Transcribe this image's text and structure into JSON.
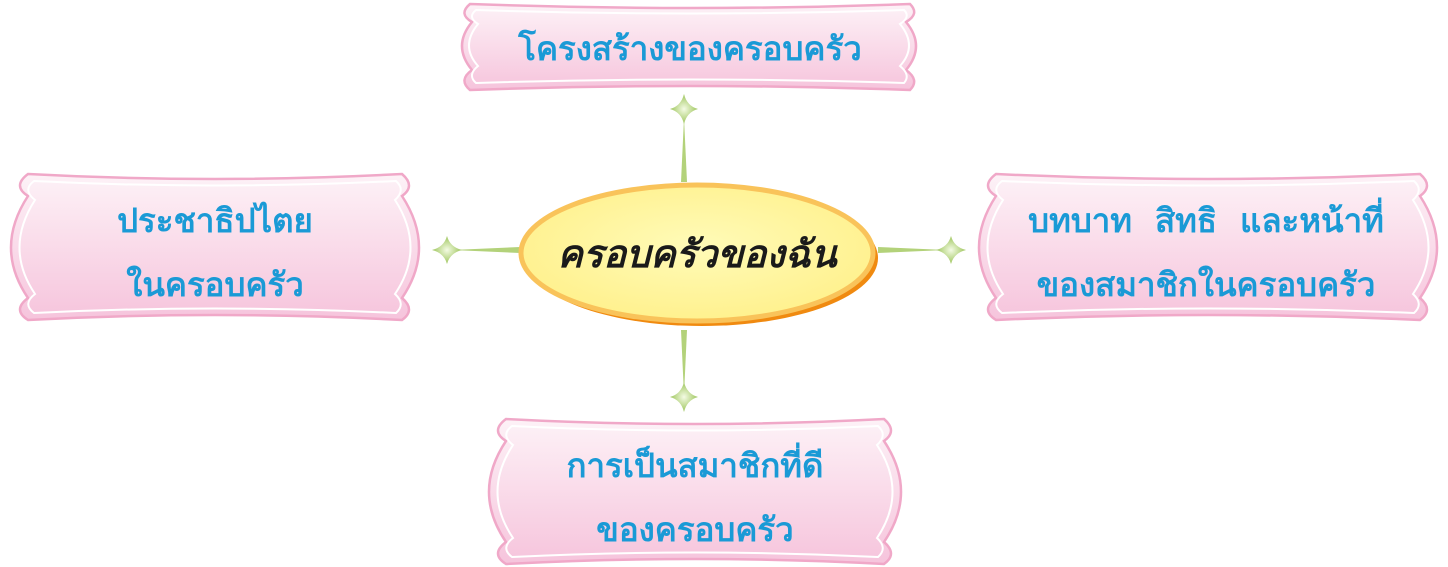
{
  "center": {
    "label": "ครอบครัวของฉัน"
  },
  "nodes": {
    "top": {
      "lines": [
        "โครงสร้างของครอบครัว"
      ]
    },
    "left": {
      "lines": [
        "ประชาธิปไตย",
        "ในครอบครัว"
      ]
    },
    "right": {
      "lines": [
        "บทบาท  สิทธิ  และหน้าที่",
        "ของสมาชิกในครอบครัว"
      ]
    },
    "bottom": {
      "lines": [
        "การเป็นสมาชิกที่ดี",
        "ของครอบครัว"
      ]
    }
  },
  "colors": {
    "node_text": "#1a9ad6",
    "node_border": "#f0a8c8",
    "node_fill_top": "#fdf0f6",
    "node_fill_bottom": "#f6c6dd",
    "center_fill": "#fff59a",
    "center_shadow": "#f08a10",
    "center_text": "#1a1a1a",
    "connector": "#a8cc6a"
  }
}
